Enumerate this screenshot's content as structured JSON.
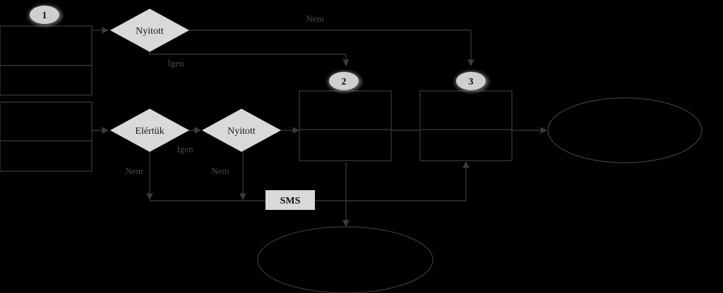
{
  "badges": {
    "b1": "1",
    "b2": "2",
    "b3": "3"
  },
  "decisions": {
    "top_open": "Nyitott",
    "reached": "Elértük",
    "mid_open": "Nyitott"
  },
  "edge_labels": {
    "top_no": "Nem",
    "top_yes": "Igen",
    "reached_yes": "Igen",
    "reached_no": "Nem",
    "mid_no": "Nem"
  },
  "sms": {
    "label": "SMS"
  },
  "colors": {
    "background": "#000000",
    "shape_fill": "#d9d9d9",
    "badge_fill": "#cfcfcf",
    "line": "#3c3c3c"
  }
}
